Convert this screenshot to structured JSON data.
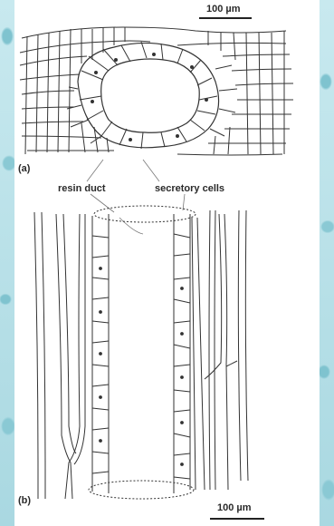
{
  "figure": {
    "panel_a_label": "(a)",
    "panel_b_label": "(b)",
    "scale_bar_top": "100 µm",
    "scale_bar_bottom": "100 µm",
    "label_resin_duct": "resin duct",
    "label_secretory_cells": "secretory cells"
  }
}
